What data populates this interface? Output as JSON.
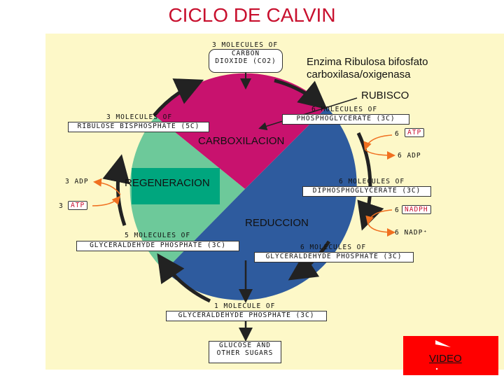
{
  "title": "CICLO DE CALVIN",
  "colors": {
    "title": "#c8102e",
    "panel_bg": "#fdf8c8",
    "carboxylation_sector": "#c8126e",
    "regeneration_sector": "#6dc99a",
    "reduction_sector": "#2e5b9e",
    "regeneracion_box": "#00a67e",
    "video_button": "#ff0000",
    "arrows": "#222222",
    "side_arrows": "#f07020"
  },
  "annotations": {
    "enzyme_line1": "Enzima Ribulosa bifosfato",
    "enzyme_line2": "carboxilasa/oxigenasa",
    "rubisco": "RUBISCO"
  },
  "phases": {
    "carboxylation": "CARBOXILACION",
    "regeneration": "REGENERACION",
    "reduction": "REDUCCION"
  },
  "boxes": {
    "co2_header": "3 MOLECULES OF",
    "co2_line1": "CARBON",
    "co2_line2": "DIOXIDE (CO2)",
    "rubp_header": "3 MOLECULES OF",
    "rubp_box": "RIBULOSE BISPHOSPHATE (5C)",
    "pga_header": "6 MOLECULES OF",
    "pga_box": "PHOSPHOGLYCERATE (3C)",
    "dpga_header": "6 MOLECULES OF",
    "dpga_box": "DIPHOSPHOGLYCERATE (3C)",
    "g3p6_header": "6 MOLECULES OF",
    "g3p6_box": "GLYCERALDEHYDE PHOSPHATE (3C)",
    "g3p5_header": "5 MOLECULES OF",
    "g3p5_box": "GLYCERALDEHYDE PHOSPHATE (3C)",
    "g3p1_header": "1 MOLECULE OF",
    "g3p1_box": "GLYCERALDEHYDE PHOSPHATE (3C)",
    "glucose_line1": "GLUCOSE AND",
    "glucose_line2": "OTHER SUGARS"
  },
  "cofactors": {
    "atp6_count": "6",
    "atp6": "ATP",
    "adp6": "6 ADP",
    "nadph6_count": "6",
    "nadph6": "NADPH",
    "nadp6": "6 NADP⁺",
    "adp3": "3 ADP",
    "atp3_count": "3",
    "atp3": "ATP"
  },
  "video_button": {
    "label": "VIDEO",
    "icon": "play-icon"
  }
}
